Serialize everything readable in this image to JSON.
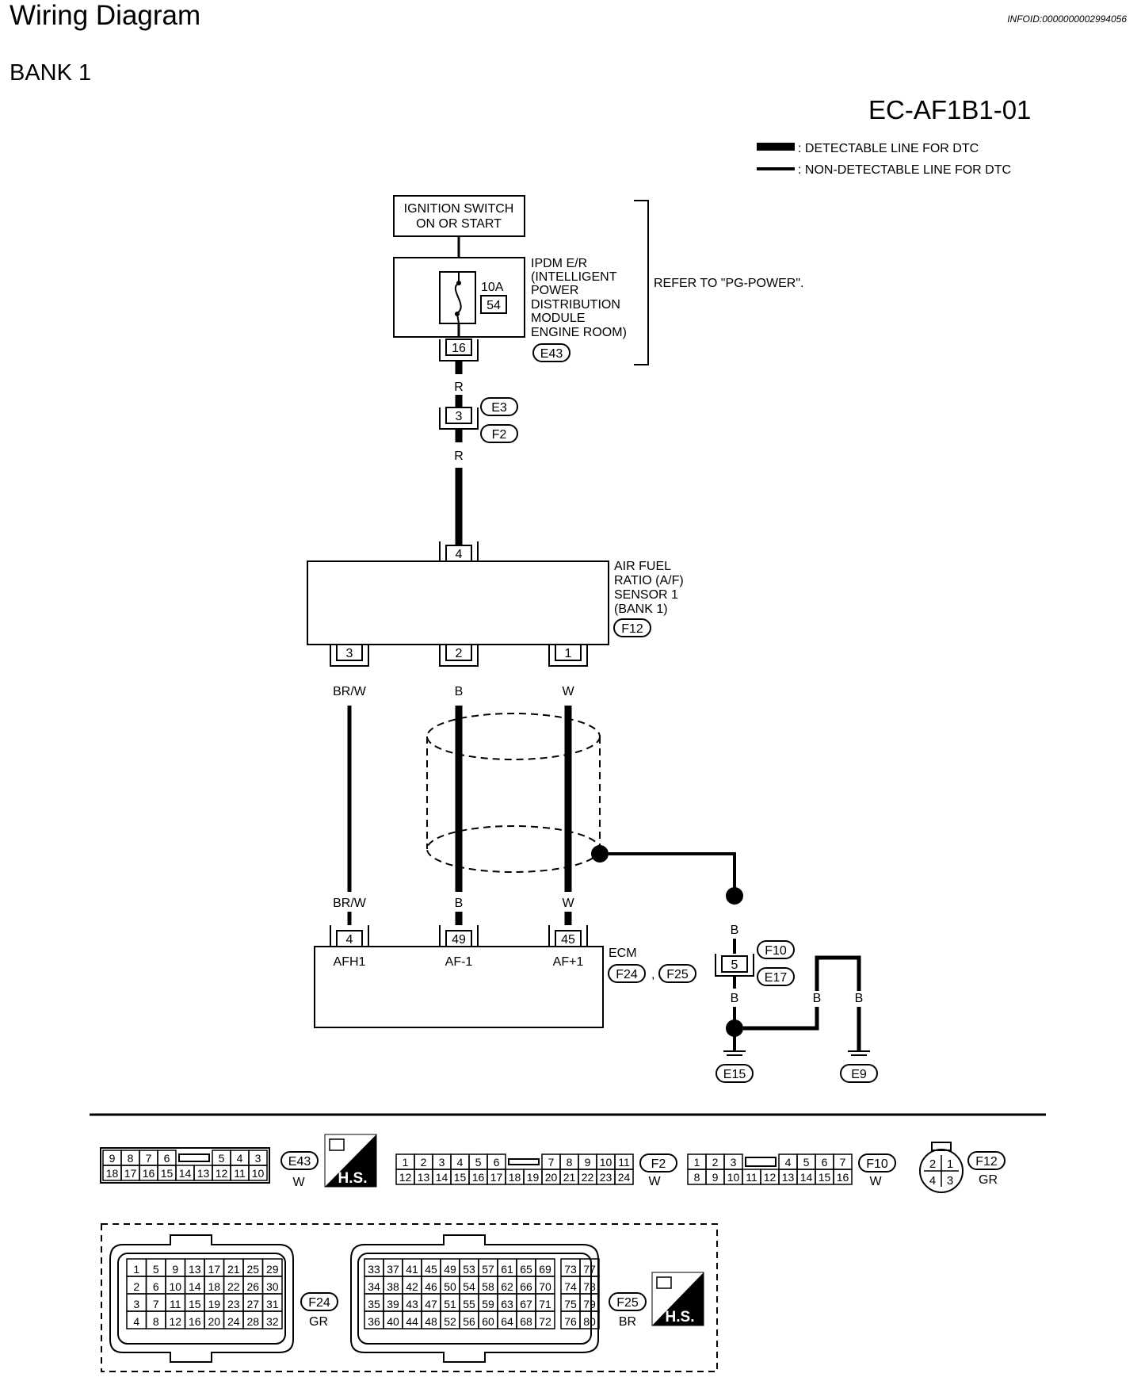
{
  "header": {
    "title": "Wiring Diagram",
    "info_id": "INFOID:0000000002994056",
    "section": "BANK 1",
    "diagram_code": "EC-AF1B1-01"
  },
  "legend": {
    "detectable": ": DETECTABLE LINE FOR DTC",
    "non_detectable": ": NON-DETECTABLE LINE FOR DTC"
  },
  "ignition": {
    "line1": "IGNITION SWITCH",
    "line2": "ON OR START"
  },
  "ipdm": {
    "lines": [
      "IPDM E/R",
      "(INTELLIGENT",
      "POWER",
      "DISTRIBUTION",
      "MODULE",
      "ENGINE ROOM)"
    ],
    "fuse_rating": "10A",
    "fuse_number": "54",
    "terminal": "16",
    "connector": "E43",
    "refer": "REFER TO \"PG-POWER\"."
  },
  "junction_e3_f2": {
    "pin": "3",
    "conn_top": "E3",
    "conn_bottom": "F2"
  },
  "wire_colors": {
    "red": "R",
    "br_w": "BR/W",
    "black": "B",
    "white": "W"
  },
  "sensor": {
    "lines": [
      "AIR FUEL",
      "RATIO (A/F)",
      "SENSOR 1",
      "(BANK 1)"
    ],
    "connector": "F12",
    "pin_top": "4",
    "pins_bottom": [
      "3",
      "2",
      "1"
    ]
  },
  "ecm": {
    "label": "ECM",
    "connectors": [
      "F24",
      "F25"
    ],
    "separator": ",",
    "pins": [
      "4",
      "49",
      "45"
    ],
    "pin_labels": [
      "AFH1",
      "AF-1",
      "AF+1"
    ]
  },
  "ground_junction": {
    "pin": "5",
    "conn_top": "F10",
    "conn_bottom": "E17"
  },
  "grounds": [
    "E15",
    "E9"
  ],
  "connector_views": {
    "e43": {
      "id": "E43",
      "color": "W",
      "top_row": [
        "9",
        "8",
        "7",
        "6",
        "5",
        "4",
        "3"
      ],
      "bottom_row": [
        "18",
        "17",
        "16",
        "15",
        "14",
        "13",
        "12",
        "11",
        "10"
      ]
    },
    "hs_badge": "H.S.",
    "f2": {
      "id": "F2",
      "color": "W",
      "top_row": [
        "1",
        "2",
        "3",
        "4",
        "5",
        "6",
        "7",
        "8",
        "9",
        "10",
        "11"
      ],
      "bottom_row": [
        "12",
        "13",
        "14",
        "15",
        "16",
        "17",
        "18",
        "19",
        "20",
        "21",
        "22",
        "23",
        "24"
      ]
    },
    "f10": {
      "id": "F10",
      "color": "W",
      "top_row": [
        "1",
        "2",
        "3",
        "4",
        "5",
        "6",
        "7"
      ],
      "bottom_row": [
        "8",
        "9",
        "10",
        "11",
        "12",
        "13",
        "14",
        "15",
        "16"
      ]
    },
    "f12": {
      "id": "F12",
      "color": "GR",
      "pins": [
        "2",
        "1",
        "4",
        "3"
      ]
    },
    "f24": {
      "id": "F24",
      "color": "GR",
      "rows": [
        [
          "1",
          "5",
          "9",
          "13",
          "17",
          "21",
          "25",
          "29"
        ],
        [
          "2",
          "6",
          "10",
          "14",
          "18",
          "22",
          "26",
          "30"
        ],
        [
          "3",
          "7",
          "11",
          "15",
          "19",
          "23",
          "27",
          "31"
        ],
        [
          "4",
          "8",
          "12",
          "16",
          "20",
          "24",
          "28",
          "32"
        ]
      ]
    },
    "f25": {
      "id": "F25",
      "color": "BR",
      "rows": [
        [
          "33",
          "37",
          "41",
          "45",
          "49",
          "53",
          "57",
          "61",
          "65",
          "69",
          "73",
          "77"
        ],
        [
          "34",
          "38",
          "42",
          "46",
          "50",
          "54",
          "58",
          "62",
          "66",
          "70",
          "74",
          "78"
        ],
        [
          "35",
          "39",
          "43",
          "47",
          "51",
          "55",
          "59",
          "63",
          "67",
          "71",
          "75",
          "79"
        ],
        [
          "36",
          "40",
          "44",
          "48",
          "52",
          "56",
          "60",
          "64",
          "68",
          "72",
          "76",
          "80"
        ]
      ]
    }
  }
}
